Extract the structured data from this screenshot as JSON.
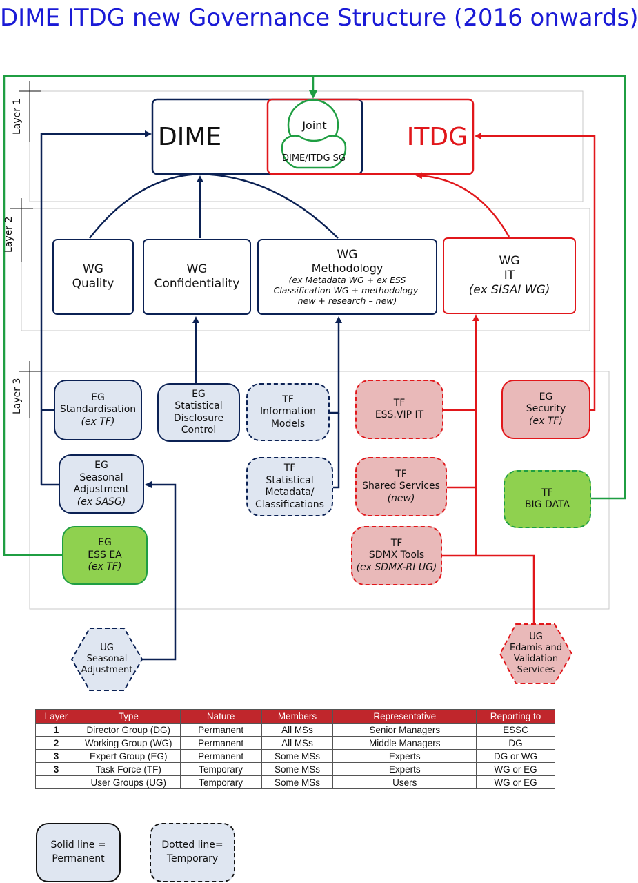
{
  "title": "DIME ITDG new Governance Structure (2016 onwards)",
  "layers": {
    "l1": "Layer 1",
    "l2": "Layer 2",
    "l3": "Layer 3"
  },
  "layer1": {
    "dime": "DIME",
    "itdg": "ITDG",
    "joint": "Joint",
    "sg": "DIME/ITDG SG"
  },
  "wg": {
    "quality": [
      "WG",
      "Quality"
    ],
    "confidentiality": [
      "WG",
      "Confidentiality"
    ],
    "methodology": [
      "WG",
      "Methodology",
      "(ex Metadata WG + ex ESS",
      "Classification WG +  methodology-",
      "new + research – new)"
    ],
    "it": [
      "WG",
      "IT",
      "(ex SISAI WG)"
    ]
  },
  "groups": {
    "eg_standardisation": [
      "EG",
      "Standardisation",
      "(ex TF)"
    ],
    "eg_sdc": [
      "EG",
      "Statistical",
      "Disclosure",
      "Control"
    ],
    "tf_info_models": [
      "TF",
      "Information",
      "Models"
    ],
    "tf_essvip": [
      "TF",
      "ESS.VIP IT"
    ],
    "eg_security": [
      "EG",
      "Security",
      "(ex TF)"
    ],
    "eg_seasonal": [
      "EG",
      "Seasonal",
      "Adjustment",
      "(ex SASG)"
    ],
    "tf_stat_metadata": [
      "TF",
      "Statistical",
      "Metadata/",
      "Classifications"
    ],
    "tf_shared": [
      "TF",
      "Shared Services",
      "(new)"
    ],
    "tf_bigdata": [
      "TF",
      "BIG DATA"
    ],
    "eg_essea": [
      "EG",
      "ESS EA",
      "(ex TF)"
    ],
    "tf_sdmx": [
      "TF",
      "SDMX Tools",
      "(ex SDMX-RI UG)"
    ],
    "ug_seasonal": [
      "UG",
      "Seasonal",
      "Adjustment"
    ],
    "ug_edamis": [
      "UG",
      "Edamis and",
      "Validation",
      "Services"
    ]
  },
  "table": {
    "headers": [
      "Layer",
      "Type",
      "Nature",
      "Members",
      "Representative",
      "Reporting to"
    ],
    "rows": [
      [
        "1",
        "Director Group (DG)",
        "Permanent",
        "All MSs",
        "Senior Managers",
        "ESSC"
      ],
      [
        "2",
        "Working Group (WG)",
        "Permanent",
        "All MSs",
        "Middle Managers",
        "DG"
      ],
      [
        "3",
        "Expert Group (EG)",
        "Permanent",
        "Some MSs",
        "Experts",
        "DG or WG"
      ],
      [
        "3",
        "Task Force (TF)",
        "Temporary",
        "Some MSs",
        "Experts",
        "WG or EG"
      ],
      [
        "",
        "User Groups (UG)",
        "Temporary",
        "Some MSs",
        "Users",
        "WG or EG"
      ]
    ]
  },
  "legend": {
    "solid": [
      "Solid line =",
      "Permanent"
    ],
    "dotted": [
      "Dotted line=",
      "Temporary"
    ]
  },
  "colors": {
    "navy": "#0b2154",
    "red": "#e1171b",
    "green": "#1f9e42",
    "title": "#1a1ad6",
    "header": "#c0262c"
  }
}
